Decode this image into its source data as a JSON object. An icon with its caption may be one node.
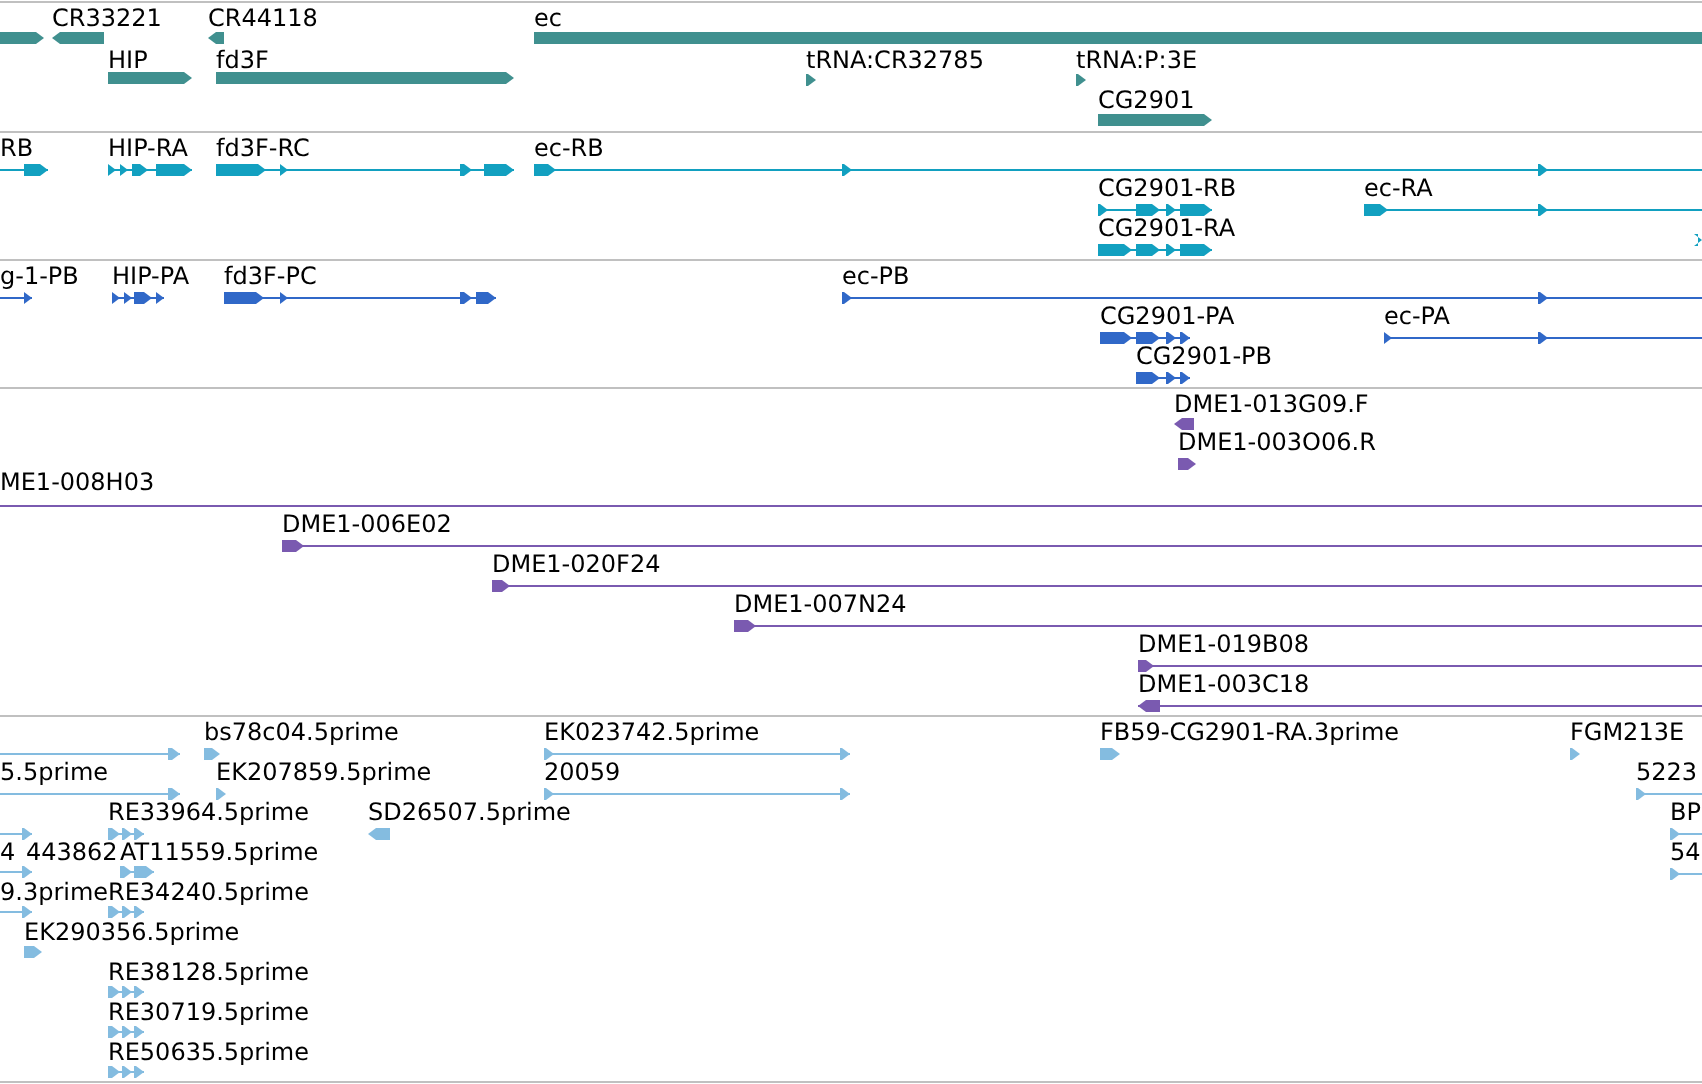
{
  "diagram": {
    "labels": [
      "CR33221",
      "CR44118",
      "ec",
      "HIP",
      "fd3F",
      "tRNA:CR32785",
      "tRNA:P:3E",
      "CG2901",
      "RB",
      "HIP-RA",
      "fd3F-RC",
      "ec-RB",
      "CG2901-RB",
      "ec-RA",
      "CG2901-RA",
      "g-1-PB",
      "HIP-PA",
      "fd3F-PC",
      "ec-PB",
      "CG2901-PA",
      "ec-PA",
      "CG2901-PB",
      "DME1-013G09.F",
      "DME1-003O06.R",
      "ME1-008H03",
      "DME1-006E02",
      "DME1-020F24",
      "DME1-007N24",
      "DME1-019B08",
      "DME1-003C18",
      "bs78c04.5prime",
      "EK023742.5prime",
      "FB59-CG2901-RA.3prime",
      "FGM213E",
      "5.5prime",
      "EK207859.5prime",
      "20059",
      "5223",
      "RE33964.5prime",
      "SD26507.5prime",
      "BP",
      "4",
      "443862",
      "AT11559.5prime",
      "54",
      "9.3prime",
      "RE34240.5prime",
      "EK290356.5prime",
      "RE38128.5prime",
      "RE30719.5prime",
      "RE50635.5prime"
    ]
  }
}
